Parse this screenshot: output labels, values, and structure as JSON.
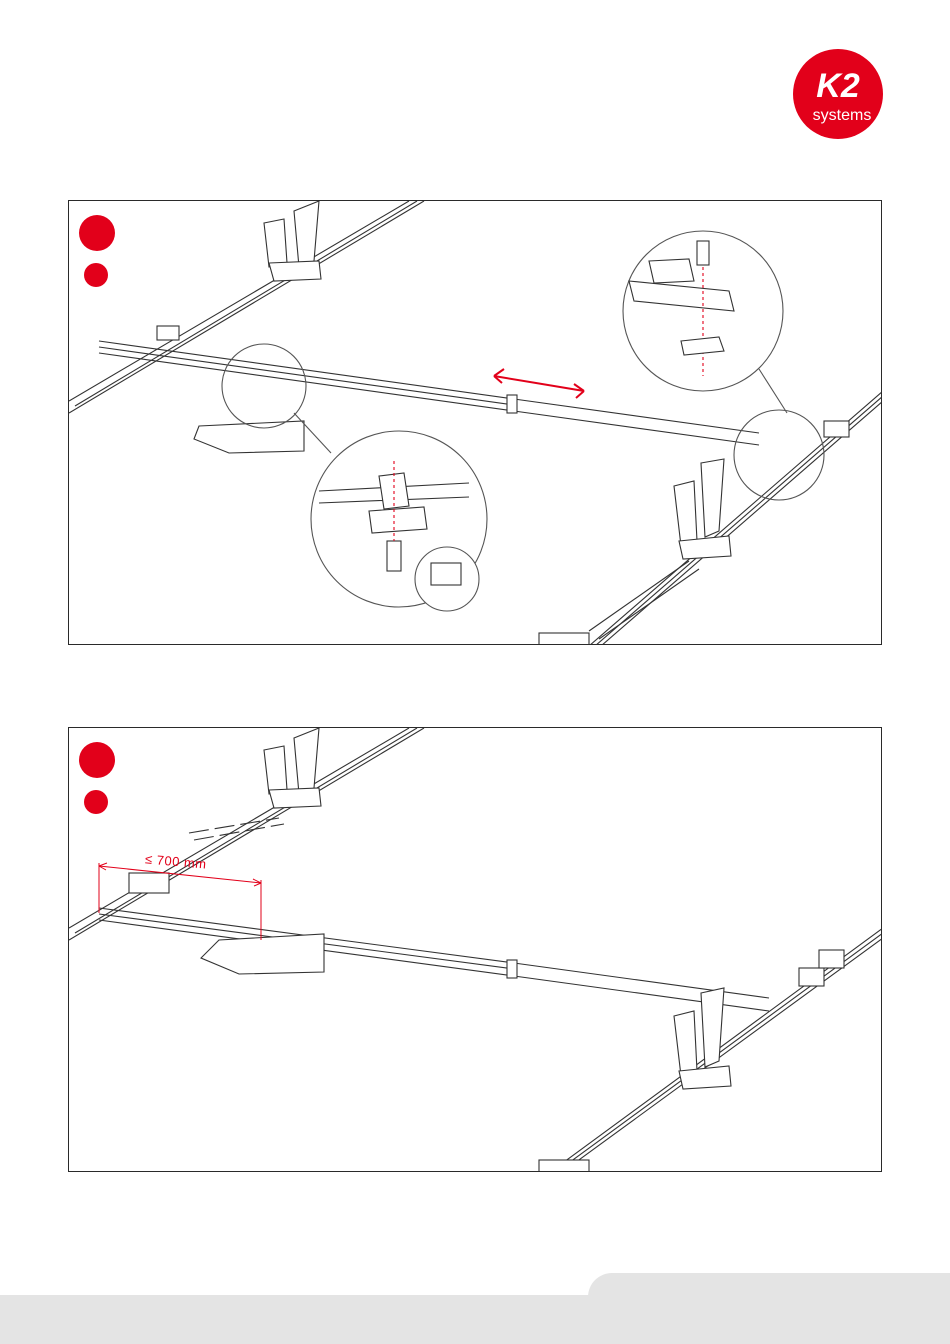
{
  "brand": {
    "logo_main": "K2",
    "logo_sub": "systems",
    "color_red": "#e2001a"
  },
  "step2": {
    "dimension_label": "≤ 700 mm"
  },
  "footer": {
    "color": "#e4e4e4"
  }
}
